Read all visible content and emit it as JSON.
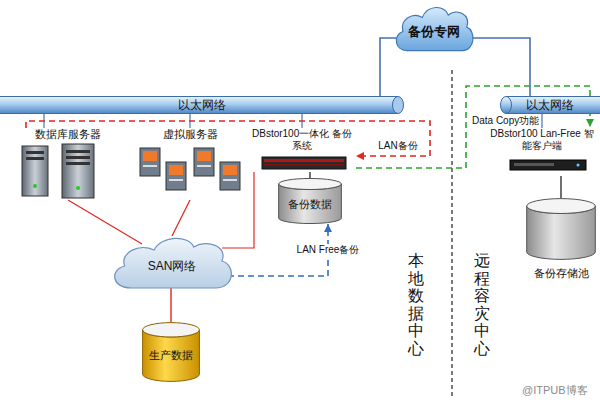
{
  "diagram": {
    "nodes": [
      {
        "text": [
          "备份专网"
        ]
      },
      {
        "text": [
          "以太网络"
        ]
      },
      {
        "text": [
          "以太网络"
        ]
      },
      {
        "text": [
          "数据库服务器"
        ]
      },
      {
        "text": [
          "虚拟服务器"
        ]
      },
      {
        "text": [
          "DBstor100一体化 备份系统"
        ]
      },
      {
        "text": [
          "备份数据"
        ]
      },
      {
        "text": [
          "DBstor100 Lan-Free 智能客户端"
        ]
      },
      {
        "text": [
          "备份存储池"
        ]
      },
      {
        "text": [
          "SAN网络"
        ]
      },
      {
        "text": [
          "生产数据"
        ]
      }
    ],
    "edges": [
      {
        "from": 1,
        "to": 0,
        "arrow": "none"
      },
      {
        "from": 0,
        "to": 2,
        "arrow": "none"
      },
      {
        "from": 3,
        "to": 1,
        "arrow": "none"
      },
      {
        "from": 4,
        "to": 1,
        "arrow": "none"
      },
      {
        "from": 5,
        "to": 1,
        "arrow": "none"
      },
      {
        "from": 7,
        "to": 2,
        "arrow": "none"
      },
      {
        "from": 3,
        "to": 9,
        "arrow": "none"
      },
      {
        "from": 4,
        "to": 9,
        "arrow": "none"
      },
      {
        "from": 5,
        "to": 9,
        "arrow": "none"
      },
      {
        "from": 9,
        "to": 10,
        "arrow": "none"
      },
      {
        "from": 9,
        "to": 6,
        "label": "LAN Free备份",
        "arrow": "to"
      },
      {
        "from": 3,
        "to": 5,
        "label": "LAN备份",
        "arrow": "to"
      },
      {
        "from": 5,
        "to": 7,
        "label": "Data Copy功能",
        "arrow": "to"
      },
      {
        "from": 5,
        "to": 6,
        "arrow": "none"
      },
      {
        "from": 7,
        "to": 8,
        "arrow": "none"
      }
    ],
    "labels": [
      "本地数据中心",
      "远程容灾中心",
      "@ITPUB博客"
    ]
  }
}
